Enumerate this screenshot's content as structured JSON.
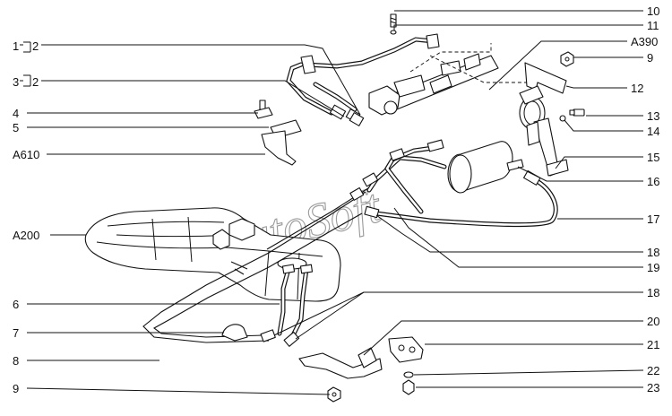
{
  "diagram": {
    "watermark": "AutoSoft",
    "callouts": {
      "left": [
        {
          "id": "l1",
          "text": "1"
        },
        {
          "id": "l2a",
          "text": "2"
        },
        {
          "id": "l3",
          "text": "3"
        },
        {
          "id": "l2b",
          "text": "2"
        },
        {
          "id": "l4",
          "text": "4"
        },
        {
          "id": "l5",
          "text": "5"
        },
        {
          "id": "lA610",
          "text": "A610"
        },
        {
          "id": "lA200",
          "text": "A200"
        },
        {
          "id": "l6",
          "text": "6"
        },
        {
          "id": "l7",
          "text": "7"
        },
        {
          "id": "l8",
          "text": "8"
        },
        {
          "id": "l9",
          "text": "9"
        }
      ],
      "right": [
        {
          "id": "r10",
          "text": "10"
        },
        {
          "id": "r11",
          "text": "11"
        },
        {
          "id": "rA390",
          "text": "A390"
        },
        {
          "id": "r9",
          "text": "9"
        },
        {
          "id": "r12",
          "text": "12"
        },
        {
          "id": "r13",
          "text": "13"
        },
        {
          "id": "r14",
          "text": "14"
        },
        {
          "id": "r15",
          "text": "15"
        },
        {
          "id": "r16",
          "text": "16"
        },
        {
          "id": "r17",
          "text": "17"
        },
        {
          "id": "r18a",
          "text": "18"
        },
        {
          "id": "r19",
          "text": "19"
        },
        {
          "id": "r18b",
          "text": "18"
        },
        {
          "id": "r20",
          "text": "20"
        },
        {
          "id": "r21",
          "text": "21"
        },
        {
          "id": "r22",
          "text": "22"
        },
        {
          "id": "r23",
          "text": "23"
        }
      ]
    }
  }
}
